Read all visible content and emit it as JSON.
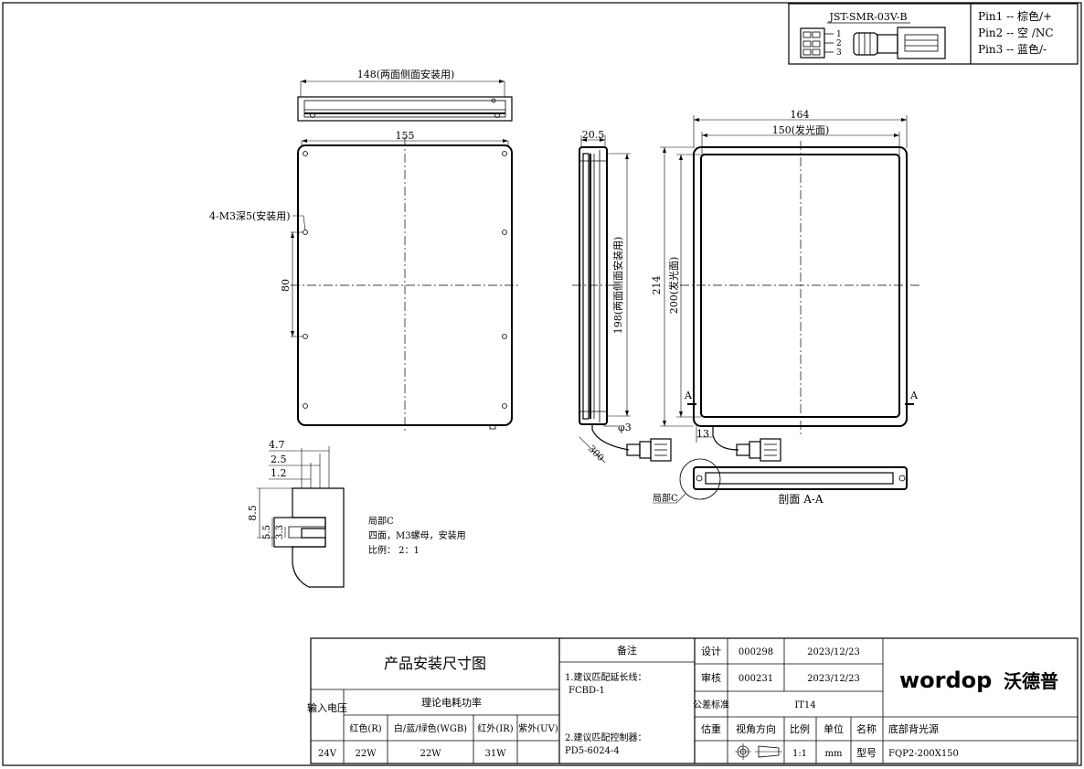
{
  "connector": {
    "model": "JST-SMR-03V-B",
    "pin_numbers": [
      "1",
      "2",
      "3"
    ],
    "pins": [
      "Pin1 -- 棕色/+",
      "Pin2 -- 空 /NC",
      "Pin3 -- 蓝色/-"
    ]
  },
  "dims": {
    "top_width": "148(两面侧面安装用)",
    "front_width": "155",
    "mount_note": "4-M3深5(安装用)",
    "hole_spacing": "80",
    "side_thickness": "20.5",
    "side_length": "198(两面侧面安装用)",
    "cable_dia": "φ3",
    "cable_len": "300",
    "outer_width": "164",
    "emit_width": "150(发光面)",
    "outer_height": "214",
    "emit_height": "200(发光面)",
    "cable_offset": "13",
    "section_mark": "A",
    "detail_ref": "局部C",
    "section_label": "剖面 A-A",
    "detail_4_7": "4.7",
    "detail_2_5": "2.5",
    "detail_1_2": "1.2",
    "detail_8_5": "8.5",
    "detail_5_5": "5.5",
    "detail_3_3": "3.3"
  },
  "detail_note": {
    "title": "局部C",
    "line1": "四面，M3螺母，安装用",
    "line2": "比例： 2：1"
  },
  "title_block": {
    "title": "产品安装尺寸图",
    "input_voltage_label": "输入电压",
    "power_label": "理论电耗功率",
    "col_red": "红色(R)",
    "col_white": "白/蓝/绿色(WGB)",
    "col_ir": "红外(IR)",
    "col_uv": "紫外(UV)",
    "voltage": "24V",
    "p_red": "22W",
    "p_white": "22W",
    "p_ir": "31W",
    "p_uv": "",
    "remarks_label": "备注",
    "remark1": "1.建议匹配延长线：",
    "remark1_val": "FCBD-1",
    "remark2": "2.建议匹配控制器：",
    "remark2_val": "PD5-6024-4",
    "design_label": "设计",
    "design_no": "000298",
    "design_date": "2023/12/23",
    "review_label": "审核",
    "review_no": "000231",
    "review_date": "2023/12/23",
    "tolerance_label": "公差标准",
    "tolerance": "IT14",
    "weight_label": "估重",
    "view_label": "视角方向",
    "scale_label": "比例",
    "unit_label": "单位",
    "name_label": "名称",
    "name": "底部背光源",
    "scale": "1:1",
    "unit": "mm",
    "model_label": "型号",
    "model": "FQP2-200X150",
    "brand": "wordop",
    "brand_cn": "沃德普"
  }
}
